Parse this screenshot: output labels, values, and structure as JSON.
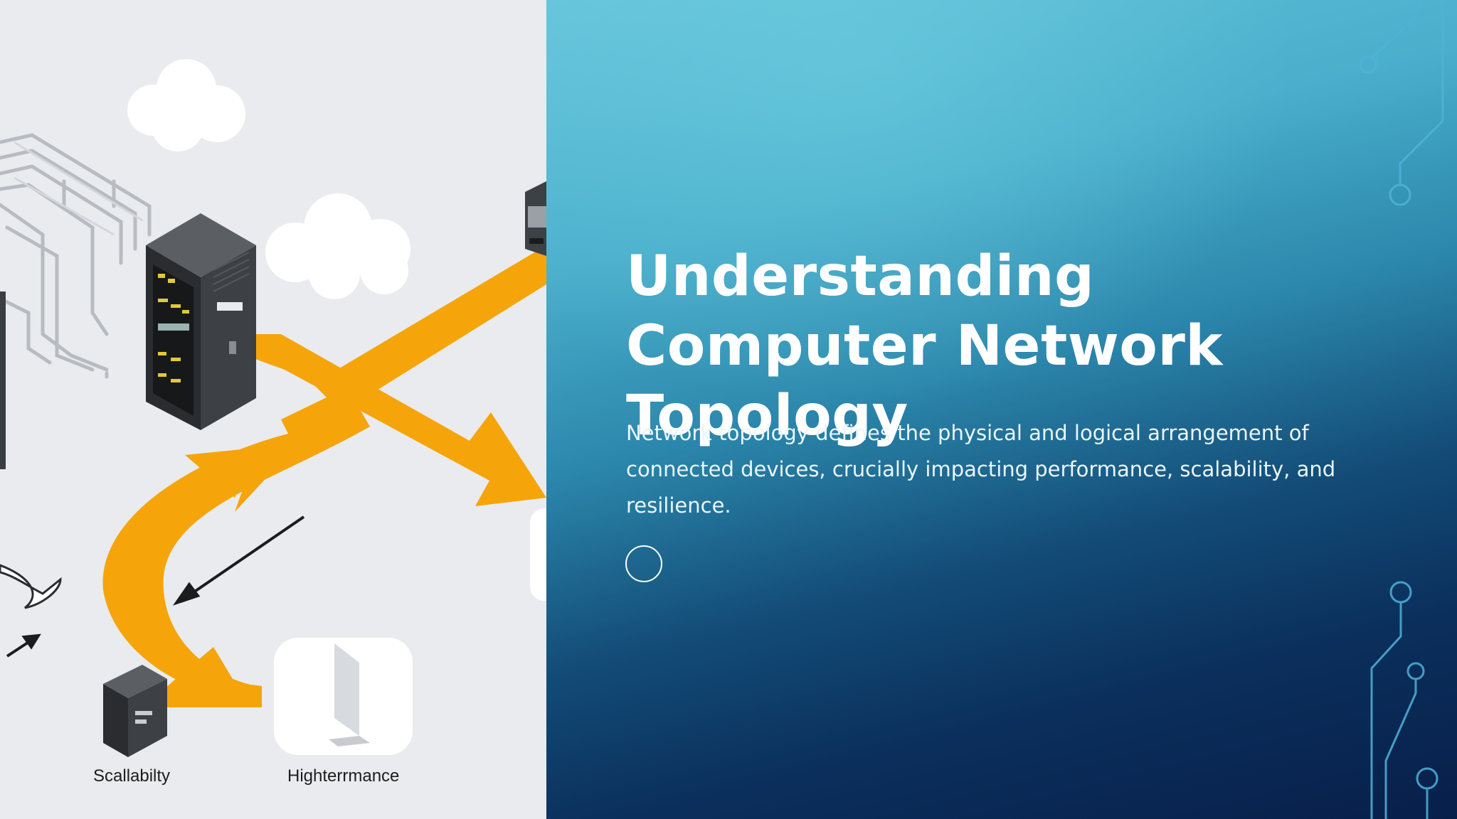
{
  "slide": {
    "title": "Understanding Computer Network Topology",
    "body": "Network topology defines the physical and logical arrangement of connected devices, crucially impacting performance, scalability, and resilience."
  },
  "illustration": {
    "labels": {
      "scalability": "Scallabilty",
      "performance": "Highterrmance"
    },
    "icons": [
      "cloud-icon",
      "server-rack-icon",
      "small-server-icon",
      "router-icon",
      "arrow-icon",
      "cable-bundle-icon"
    ]
  },
  "colors": {
    "left_bg": "#e9ebee",
    "accent_orange": "#f5a50a",
    "title_text": "#ffffff",
    "circuit_lines": "#4fb3d9"
  }
}
